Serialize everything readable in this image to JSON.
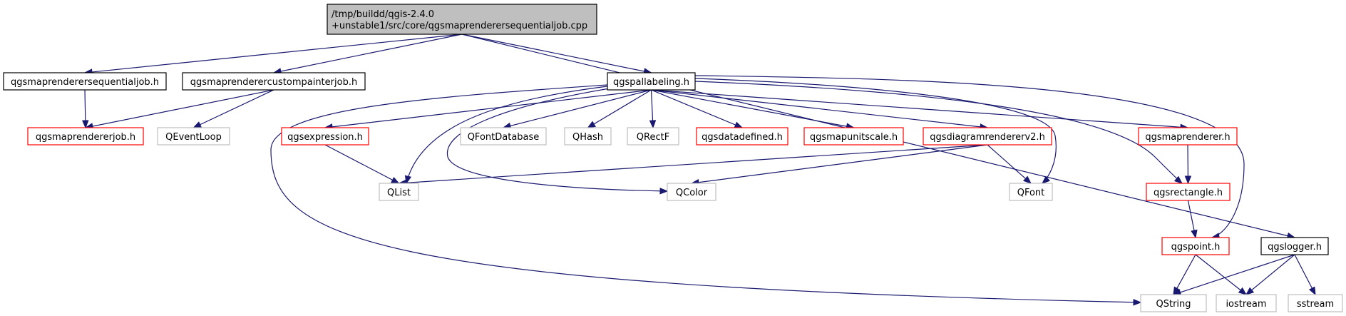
{
  "colors": {
    "edge": "#191970",
    "root_fill": "#bfbfbf",
    "root_stroke": "#000000",
    "documented_stroke": "#000000",
    "incomplete_stroke": "#ff0000",
    "external_stroke": "#bfbfbf",
    "node_fill": "#ffffff"
  },
  "nodes": {
    "root": {
      "lines": [
        "/tmp/buildd/qgis-2.4.0",
        "+unstable1/src/core/qgsmaprenderersequentialjob.cpp"
      ],
      "style": "root"
    },
    "seqjob": {
      "lines": [
        "qgsmaprenderersequentialjob.h"
      ],
      "style": "documented"
    },
    "custjob": {
      "lines": [
        "qgsmaprenderercustompainterjob.h"
      ],
      "style": "documented"
    },
    "pallabel": {
      "lines": [
        "qgspallabeling.h"
      ],
      "style": "documented"
    },
    "logger": {
      "lines": [
        "qgslogger.h"
      ],
      "style": "documented"
    },
    "rendjob": {
      "lines": [
        "qgsmaprendererjob.h"
      ],
      "style": "incomplete"
    },
    "qeventloop": {
      "lines": [
        "QEventLoop"
      ],
      "style": "external"
    },
    "expr": {
      "lines": [
        "qgsexpression.h"
      ],
      "style": "incomplete"
    },
    "qfontdb": {
      "lines": [
        "QFontDatabase"
      ],
      "style": "external"
    },
    "qhash": {
      "lines": [
        "QHash"
      ],
      "style": "external"
    },
    "qrectf": {
      "lines": [
        "QRectF"
      ],
      "style": "external"
    },
    "datadef": {
      "lines": [
        "qgsdatadefined.h"
      ],
      "style": "incomplete"
    },
    "unitscale": {
      "lines": [
        "qgsmapunitscale.h"
      ],
      "style": "incomplete"
    },
    "diagv2": {
      "lines": [
        "qgsdiagramrendererv2.h"
      ],
      "style": "incomplete"
    },
    "maprend": {
      "lines": [
        "qgsmaprenderer.h"
      ],
      "style": "incomplete"
    },
    "qlist": {
      "lines": [
        "QList"
      ],
      "style": "external"
    },
    "qcolor": {
      "lines": [
        "QColor"
      ],
      "style": "external"
    },
    "qfont": {
      "lines": [
        "QFont"
      ],
      "style": "external"
    },
    "rect": {
      "lines": [
        "qgsrectangle.h"
      ],
      "style": "incomplete"
    },
    "point": {
      "lines": [
        "qgspoint.h"
      ],
      "style": "incomplete"
    },
    "qstring": {
      "lines": [
        "QString"
      ],
      "style": "external"
    },
    "iostream": {
      "lines": [
        "iostream"
      ],
      "style": "external"
    },
    "sstream": {
      "lines": [
        "sstream"
      ],
      "style": "external"
    }
  },
  "edges": [
    [
      "root",
      "seqjob"
    ],
    [
      "root",
      "custjob"
    ],
    [
      "root",
      "pallabel"
    ],
    [
      "root",
      "logger"
    ],
    [
      "seqjob",
      "rendjob"
    ],
    [
      "custjob",
      "rendjob"
    ],
    [
      "custjob",
      "qeventloop"
    ],
    [
      "pallabel",
      "expr"
    ],
    [
      "pallabel",
      "qlist"
    ],
    [
      "pallabel",
      "qfontdb"
    ],
    [
      "pallabel",
      "qhash"
    ],
    [
      "pallabel",
      "qrectf"
    ],
    [
      "pallabel",
      "datadef"
    ],
    [
      "pallabel",
      "unitscale"
    ],
    [
      "pallabel",
      "diagv2"
    ],
    [
      "pallabel",
      "maprend"
    ],
    [
      "pallabel",
      "qcolor"
    ],
    [
      "pallabel",
      "qfont"
    ],
    [
      "pallabel",
      "rect"
    ],
    [
      "pallabel",
      "point"
    ],
    [
      "pallabel",
      "qstring"
    ],
    [
      "expr",
      "qlist"
    ],
    [
      "diagv2",
      "qlist"
    ],
    [
      "diagv2",
      "qcolor"
    ],
    [
      "diagv2",
      "qfont"
    ],
    [
      "maprend",
      "rect"
    ],
    [
      "rect",
      "point"
    ],
    [
      "point",
      "qstring"
    ],
    [
      "point",
      "iostream"
    ],
    [
      "logger",
      "qstring"
    ],
    [
      "logger",
      "iostream"
    ],
    [
      "logger",
      "sstream"
    ]
  ]
}
